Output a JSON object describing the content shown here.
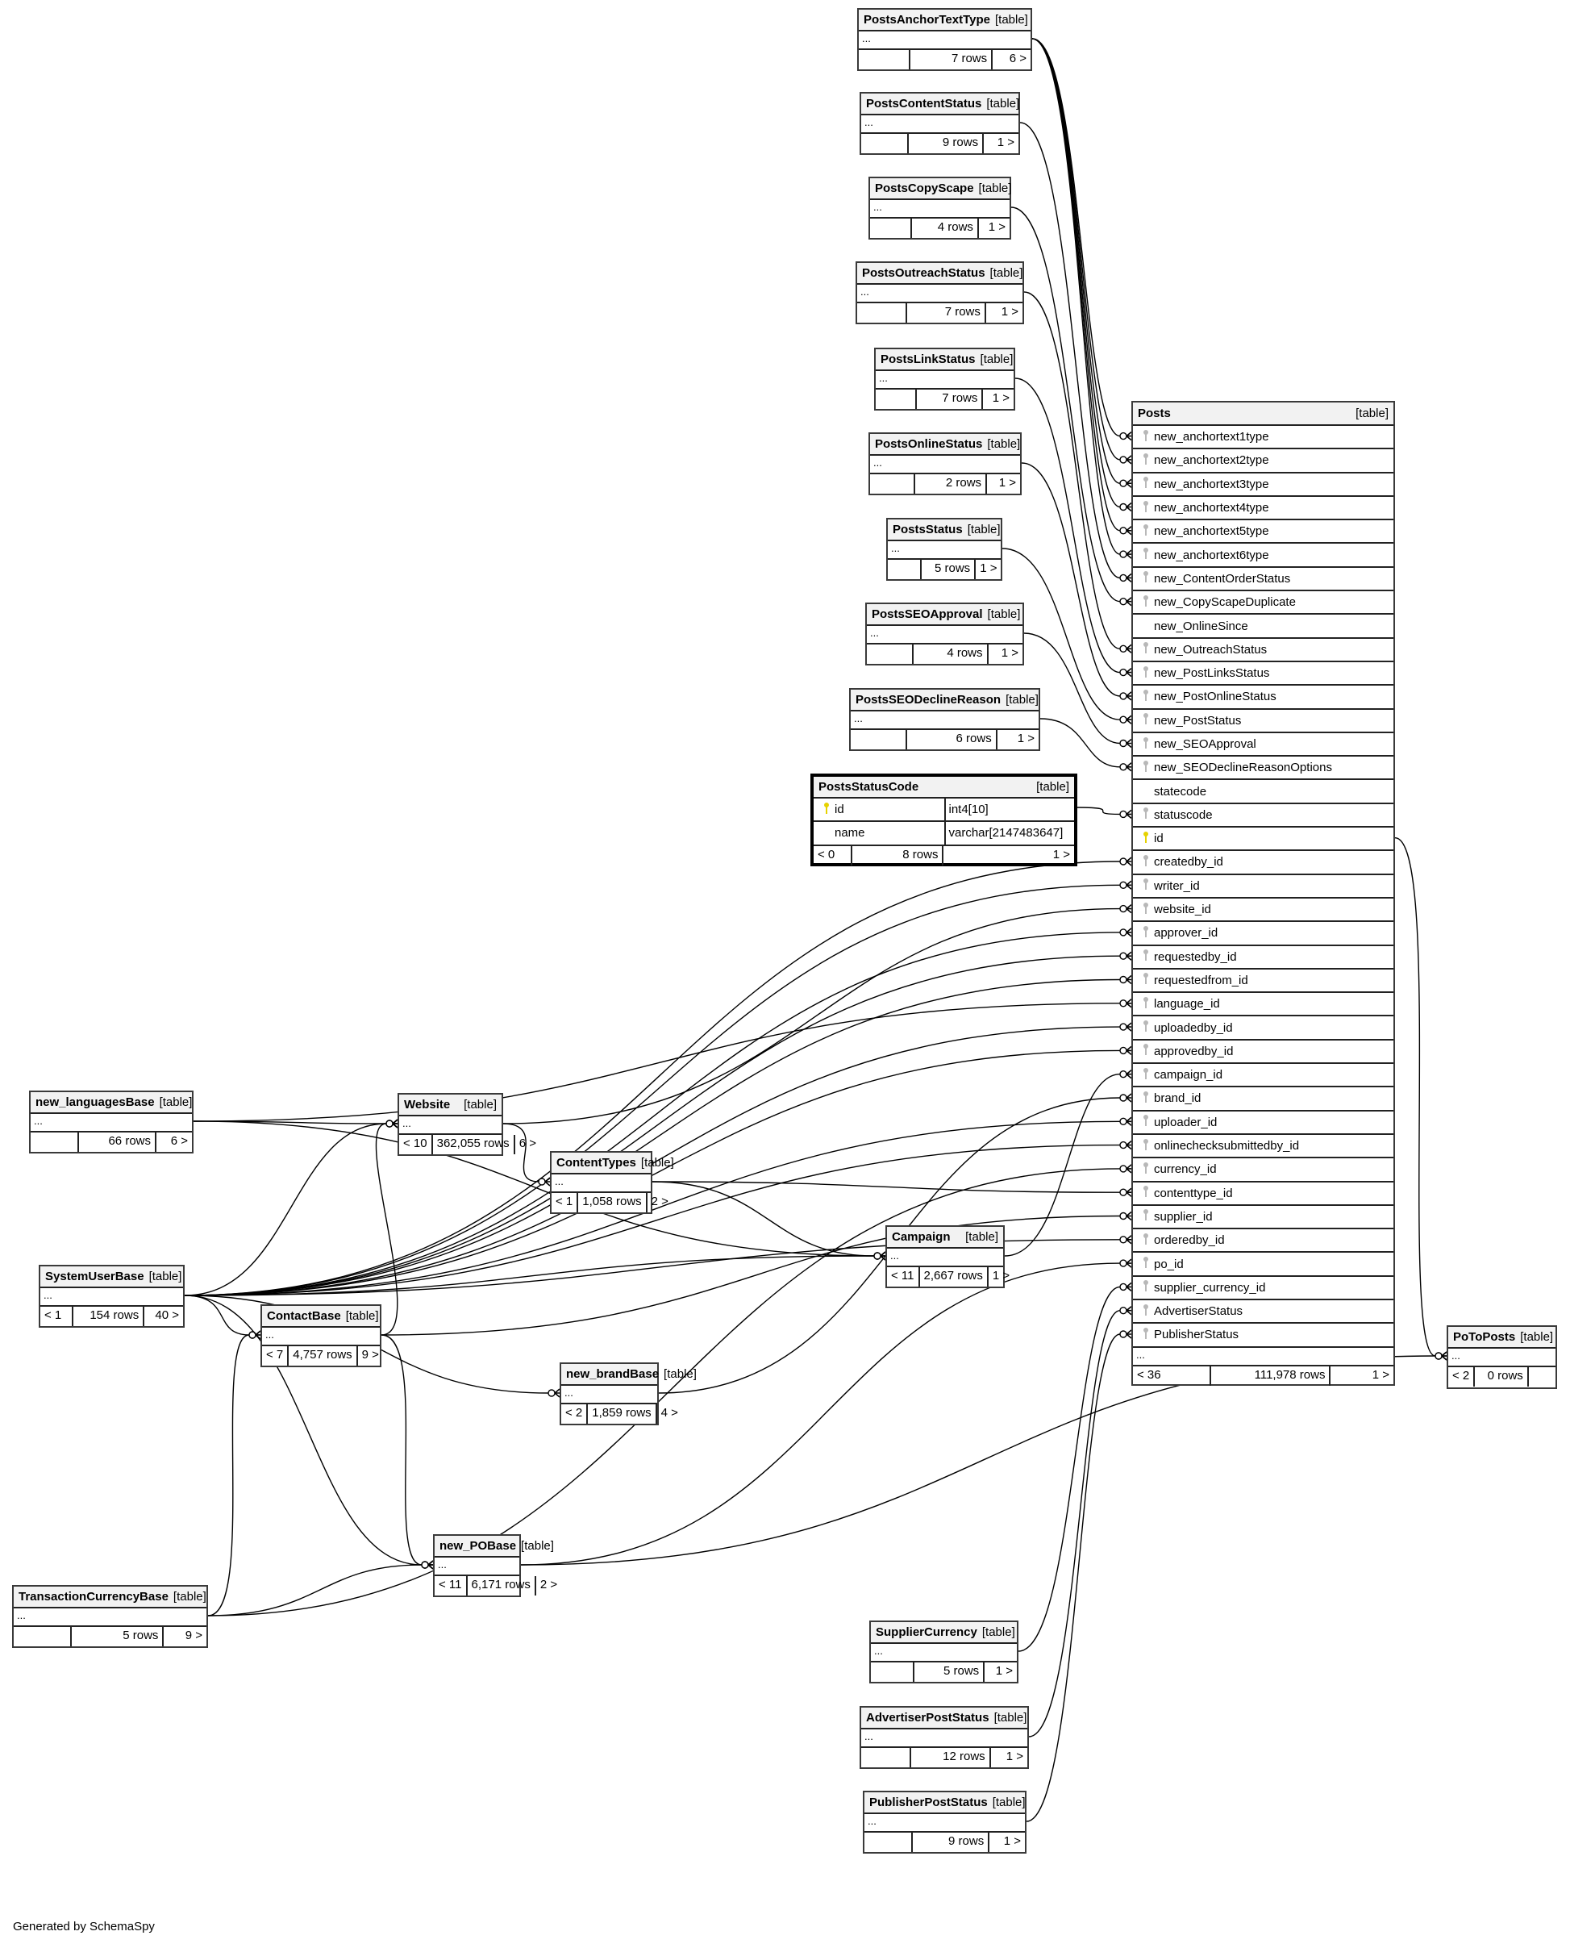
{
  "diagram": {
    "generator_note": "Generated by SchemaSpy",
    "focus_table": "PostsStatusCode",
    "tables": {
      "PostsAnchorTextType": {
        "name": "PostsAnchorTextType",
        "kind": "[table]",
        "ellipsis": "...",
        "parents": "",
        "rows": "7 rows",
        "children": "6 >"
      },
      "PostsContentStatus": {
        "name": "PostsContentStatus",
        "kind": "[table]",
        "ellipsis": "...",
        "parents": "",
        "rows": "9 rows",
        "children": "1 >"
      },
      "PostsCopyScape": {
        "name": "PostsCopyScape",
        "kind": "[table]",
        "ellipsis": "...",
        "parents": "",
        "rows": "4 rows",
        "children": "1 >"
      },
      "PostsOutreachStatus": {
        "name": "PostsOutreachStatus",
        "kind": "[table]",
        "ellipsis": "...",
        "parents": "",
        "rows": "7 rows",
        "children": "1 >"
      },
      "PostsLinkStatus": {
        "name": "PostsLinkStatus",
        "kind": "[table]",
        "ellipsis": "...",
        "parents": "",
        "rows": "7 rows",
        "children": "1 >"
      },
      "PostsOnlineStatus": {
        "name": "PostsOnlineStatus",
        "kind": "[table]",
        "ellipsis": "...",
        "parents": "",
        "rows": "2 rows",
        "children": "1 >"
      },
      "PostsStatus": {
        "name": "PostsStatus",
        "kind": "[table]",
        "ellipsis": "...",
        "parents": "",
        "rows": "5 rows",
        "children": "1 >"
      },
      "PostsSEOApproval": {
        "name": "PostsSEOApproval",
        "kind": "[table]",
        "ellipsis": "...",
        "parents": "",
        "rows": "4 rows",
        "children": "1 >"
      },
      "PostsSEODeclineReason": {
        "name": "PostsSEODeclineReason",
        "kind": "[table]",
        "ellipsis": "...",
        "parents": "",
        "rows": "6 rows",
        "children": "1 >"
      },
      "PostsStatusCode": {
        "name": "PostsStatusCode",
        "kind": "[table]",
        "columns": [
          {
            "name": "id",
            "type": "int4[10]",
            "key": "primary"
          },
          {
            "name": "name",
            "type": "varchar[2147483647]",
            "key": "none"
          }
        ],
        "parents": "< 0",
        "rows": "8 rows",
        "children": "1 >"
      },
      "Posts": {
        "name": "Posts",
        "kind": "[table]",
        "columns": [
          {
            "name": "new_anchortext1type",
            "key": "foreign"
          },
          {
            "name": "new_anchortext2type",
            "key": "foreign"
          },
          {
            "name": "new_anchortext3type",
            "key": "foreign"
          },
          {
            "name": "new_anchortext4type",
            "key": "foreign"
          },
          {
            "name": "new_anchortext5type",
            "key": "foreign"
          },
          {
            "name": "new_anchortext6type",
            "key": "foreign"
          },
          {
            "name": "new_ContentOrderStatus",
            "key": "foreign"
          },
          {
            "name": "new_CopyScapeDuplicate",
            "key": "foreign"
          },
          {
            "name": "new_OnlineSince",
            "key": "none"
          },
          {
            "name": "new_OutreachStatus",
            "key": "foreign"
          },
          {
            "name": "new_PostLinksStatus",
            "key": "foreign"
          },
          {
            "name": "new_PostOnlineStatus",
            "key": "foreign"
          },
          {
            "name": "new_PostStatus",
            "key": "foreign"
          },
          {
            "name": "new_SEOApproval",
            "key": "foreign"
          },
          {
            "name": "new_SEODeclineReasonOptions",
            "key": "foreign"
          },
          {
            "name": "statecode",
            "key": "none"
          },
          {
            "name": "statuscode",
            "key": "foreign"
          },
          {
            "name": "id",
            "key": "primary"
          },
          {
            "name": "createdby_id",
            "key": "foreign"
          },
          {
            "name": "writer_id",
            "key": "foreign"
          },
          {
            "name": "website_id",
            "key": "foreign"
          },
          {
            "name": "approver_id",
            "key": "foreign"
          },
          {
            "name": "requestedby_id",
            "key": "foreign"
          },
          {
            "name": "requestedfrom_id",
            "key": "foreign"
          },
          {
            "name": "language_id",
            "key": "foreign"
          },
          {
            "name": "uploadedby_id",
            "key": "foreign"
          },
          {
            "name": "approvedby_id",
            "key": "foreign"
          },
          {
            "name": "campaign_id",
            "key": "foreign"
          },
          {
            "name": "brand_id",
            "key": "foreign"
          },
          {
            "name": "uploader_id",
            "key": "foreign"
          },
          {
            "name": "onlinechecksubmittedby_id",
            "key": "foreign"
          },
          {
            "name": "currency_id",
            "key": "foreign"
          },
          {
            "name": "contenttype_id",
            "key": "foreign"
          },
          {
            "name": "supplier_id",
            "key": "foreign"
          },
          {
            "name": "orderedby_id",
            "key": "foreign"
          },
          {
            "name": "po_id",
            "key": "foreign"
          },
          {
            "name": "supplier_currency_id",
            "key": "foreign"
          },
          {
            "name": "AdvertiserStatus",
            "key": "foreign"
          },
          {
            "name": "PublisherStatus",
            "key": "foreign"
          }
        ],
        "ellipsis": "...",
        "parents": "< 36",
        "rows": "111,978 rows",
        "children": "1 >"
      },
      "PoToPosts": {
        "name": "PoToPosts",
        "kind": "[table]",
        "ellipsis": "...",
        "parents": "< 2",
        "rows": "0 rows",
        "children": ""
      },
      "new_languagesBase": {
        "name": "new_languagesBase",
        "kind": "[table]",
        "ellipsis": "...",
        "parents": "",
        "rows": "66 rows",
        "children": "6 >"
      },
      "SystemUserBase": {
        "name": "SystemUserBase",
        "kind": "[table]",
        "ellipsis": "...",
        "parents": "< 1",
        "rows": "154 rows",
        "children": "40 >"
      },
      "TransactionCurrencyBase": {
        "name": "TransactionCurrencyBase",
        "kind": "[table]",
        "ellipsis": "...",
        "parents": "",
        "rows": "5 rows",
        "children": "9 >"
      },
      "Website": {
        "name": "Website",
        "kind": "[table]",
        "ellipsis": "...",
        "parents": "< 10",
        "rows": "362,055 rows",
        "children": "6 >"
      },
      "ContentTypes": {
        "name": "ContentTypes",
        "kind": "[table]",
        "ellipsis": "...",
        "parents": "< 1",
        "rows": "1,058 rows",
        "children": "2 >"
      },
      "ContactBase": {
        "name": "ContactBase",
        "kind": "[table]",
        "ellipsis": "...",
        "parents": "< 7",
        "rows": "4,757 rows",
        "children": "9 >"
      },
      "Campaign": {
        "name": "Campaign",
        "kind": "[table]",
        "ellipsis": "...",
        "parents": "< 11",
        "rows": "2,667 rows",
        "children": "1 >"
      },
      "new_brandBase": {
        "name": "new_brandBase",
        "kind": "[table]",
        "ellipsis": "...",
        "parents": "< 2",
        "rows": "1,859 rows",
        "children": "4 >"
      },
      "new_POBase": {
        "name": "new_POBase",
        "kind": "[table]",
        "ellipsis": "...",
        "parents": "< 11",
        "rows": "6,171 rows",
        "children": "2 >"
      },
      "SupplierCurrency": {
        "name": "SupplierCurrency",
        "kind": "[table]",
        "ellipsis": "...",
        "parents": "",
        "rows": "5 rows",
        "children": "1 >"
      },
      "AdvertiserPostStatus": {
        "name": "AdvertiserPostStatus",
        "kind": "[table]",
        "ellipsis": "...",
        "parents": "",
        "rows": "12 rows",
        "children": "1 >"
      },
      "PublisherPostStatus": {
        "name": "PublisherPostStatus",
        "kind": "[table]",
        "ellipsis": "...",
        "parents": "",
        "rows": "9 rows",
        "children": "1 >"
      }
    },
    "relationships": [
      {
        "from": "PostsAnchorTextType",
        "to": "Posts",
        "column": "new_anchortext1type"
      },
      {
        "from": "PostsAnchorTextType",
        "to": "Posts",
        "column": "new_anchortext2type"
      },
      {
        "from": "PostsAnchorTextType",
        "to": "Posts",
        "column": "new_anchortext3type"
      },
      {
        "from": "PostsAnchorTextType",
        "to": "Posts",
        "column": "new_anchortext4type"
      },
      {
        "from": "PostsAnchorTextType",
        "to": "Posts",
        "column": "new_anchortext5type"
      },
      {
        "from": "PostsAnchorTextType",
        "to": "Posts",
        "column": "new_anchortext6type"
      },
      {
        "from": "PostsContentStatus",
        "to": "Posts",
        "column": "new_ContentOrderStatus"
      },
      {
        "from": "PostsCopyScape",
        "to": "Posts",
        "column": "new_CopyScapeDuplicate"
      },
      {
        "from": "PostsOutreachStatus",
        "to": "Posts",
        "column": "new_OutreachStatus"
      },
      {
        "from": "PostsLinkStatus",
        "to": "Posts",
        "column": "new_PostLinksStatus"
      },
      {
        "from": "PostsOnlineStatus",
        "to": "Posts",
        "column": "new_PostOnlineStatus"
      },
      {
        "from": "PostsStatus",
        "to": "Posts",
        "column": "new_PostStatus"
      },
      {
        "from": "PostsSEOApproval",
        "to": "Posts",
        "column": "new_SEOApproval"
      },
      {
        "from": "PostsSEODeclineReason",
        "to": "Posts",
        "column": "new_SEODeclineReasonOptions"
      },
      {
        "from": "PostsStatusCode",
        "to": "Posts",
        "column": "statuscode"
      },
      {
        "from": "SystemUserBase",
        "to": "Posts",
        "column": "createdby_id"
      },
      {
        "from": "SystemUserBase",
        "to": "Posts",
        "column": "writer_id"
      },
      {
        "from": "Website",
        "to": "Posts",
        "column": "website_id"
      },
      {
        "from": "SystemUserBase",
        "to": "Posts",
        "column": "approver_id"
      },
      {
        "from": "SystemUserBase",
        "to": "Posts",
        "column": "requestedby_id"
      },
      {
        "from": "SystemUserBase",
        "to": "Posts",
        "column": "requestedfrom_id"
      },
      {
        "from": "new_languagesBase",
        "to": "Posts",
        "column": "language_id"
      },
      {
        "from": "SystemUserBase",
        "to": "Posts",
        "column": "uploadedby_id"
      },
      {
        "from": "SystemUserBase",
        "to": "Posts",
        "column": "approvedby_id"
      },
      {
        "from": "Campaign",
        "to": "Posts",
        "column": "campaign_id"
      },
      {
        "from": "new_brandBase",
        "to": "Posts",
        "column": "brand_id"
      },
      {
        "from": "SystemUserBase",
        "to": "Posts",
        "column": "uploader_id"
      },
      {
        "from": "SystemUserBase",
        "to": "Posts",
        "column": "onlinechecksubmittedby_id"
      },
      {
        "from": "TransactionCurrencyBase",
        "to": "Posts",
        "column": "currency_id"
      },
      {
        "from": "ContentTypes",
        "to": "Posts",
        "column": "contenttype_id"
      },
      {
        "from": "ContactBase",
        "to": "Posts",
        "column": "supplier_id"
      },
      {
        "from": "SystemUserBase",
        "to": "Posts",
        "column": "orderedby_id"
      },
      {
        "from": "new_POBase",
        "to": "Posts",
        "column": "po_id"
      },
      {
        "from": "SupplierCurrency",
        "to": "Posts",
        "column": "supplier_currency_id"
      },
      {
        "from": "AdvertiserPostStatus",
        "to": "Posts",
        "column": "AdvertiserStatus"
      },
      {
        "from": "PublisherPostStatus",
        "to": "Posts",
        "column": "PublisherStatus"
      },
      {
        "from": "Posts",
        "to": "PoToPosts",
        "column": "..."
      },
      {
        "from": "new_POBase",
        "to": "PoToPosts",
        "column": "..."
      },
      {
        "from": "SystemUserBase",
        "to": "Website",
        "column": "..."
      },
      {
        "from": "new_languagesBase",
        "to": "Website",
        "column": "..."
      },
      {
        "from": "ContactBase",
        "to": "Website",
        "column": "..."
      },
      {
        "from": "Website",
        "to": "ContentTypes",
        "column": "..."
      },
      {
        "from": "SystemUserBase",
        "to": "Campaign",
        "column": "..."
      },
      {
        "from": "new_languagesBase",
        "to": "Campaign",
        "column": "..."
      },
      {
        "from": "ContentTypes",
        "to": "Campaign",
        "column": "..."
      },
      {
        "from": "SystemUserBase",
        "to": "ContactBase",
        "column": "..."
      },
      {
        "from": "TransactionCurrencyBase",
        "to": "ContactBase",
        "column": "..."
      },
      {
        "from": "SystemUserBase",
        "to": "new_brandBase",
        "column": "..."
      },
      {
        "from": "SystemUserBase",
        "to": "new_POBase",
        "column": "..."
      },
      {
        "from": "ContactBase",
        "to": "new_POBase",
        "column": "..."
      },
      {
        "from": "TransactionCurrencyBase",
        "to": "new_POBase",
        "column": "..."
      }
    ]
  }
}
